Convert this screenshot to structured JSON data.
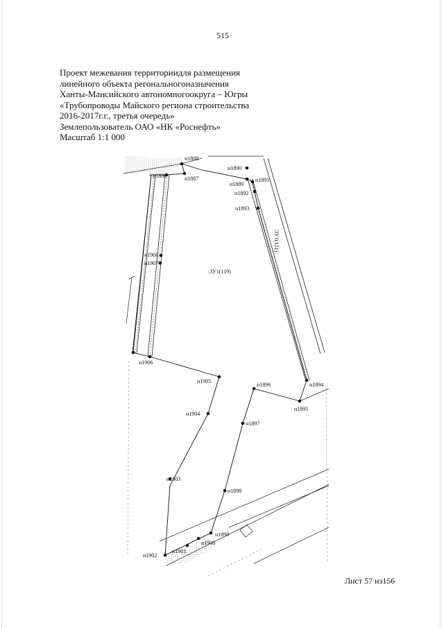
{
  "page_number": "515",
  "header": {
    "lines": [
      "Проект межевания территориидля размещения",
      "линейного объекта регональногоназначения",
      "Ханты-Мансийского автономногоокруга – Югры",
      "«Трубопроводы Майского региона строительства",
      "2016-2017г.г., третья очередь»",
      "Землепользователь ОАО «НК «Роснефть»",
      "Масштаб 1:1 000"
    ]
  },
  "map": {
    "parcel_label": ":ЗУ1(119)",
    "road_label": ":ЗУ1(121)",
    "points": {
      "n1888": "н1888",
      "n1886": "н1886",
      "n1887": "н1887",
      "n1890": "н1890",
      "n1891": "н1891",
      "n1889": "н1889",
      "n1892": "н1892",
      "n1893": "н1893",
      "n1908": "н1908",
      "n1907": "н1907",
      "n1906": "н1906",
      "n1905": "н1905",
      "n1896": "н1896",
      "n1894": "н1894",
      "n1895": "н1895",
      "n1904": "н1904",
      "n1897": "н1897",
      "n1903": "н1903",
      "n1898": "н1898",
      "n1899": "н1899",
      "n1900": "н1900",
      "n1901": "н1901",
      "n1902": "н1902"
    }
  },
  "footer": "Лист 57 из156"
}
